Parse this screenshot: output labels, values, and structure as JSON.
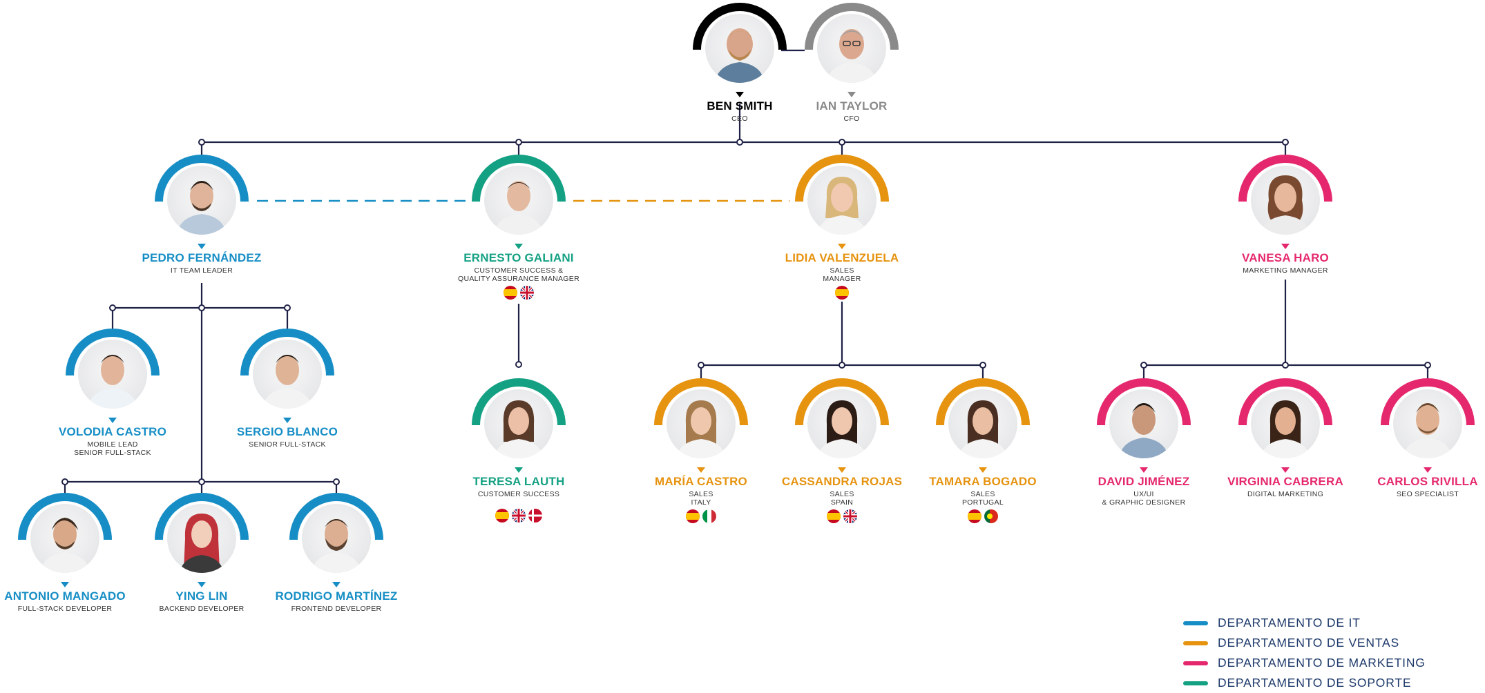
{
  "colors": {
    "it": "#168ec5",
    "ventas": "#e6930f",
    "marketing": "#e5286d",
    "soporte": "#14a183",
    "ceo": "#000000",
    "cfo": "#8a8a8a",
    "line": "#1f2145"
  },
  "people": {
    "ben_smith": {
      "name": "BEN SMITH",
      "role": "CEO"
    },
    "ian_taylor": {
      "name": "IAN TAYLOR",
      "role": "CFO"
    },
    "pedro_fernandez": {
      "name": "PEDRO FERNÁNDEZ",
      "role": "IT TEAM LEADER"
    },
    "ernesto_galiani": {
      "name": "ERNESTO GALIANI",
      "role_line1": "CUSTOMER SUCCESS &",
      "role_line2": "QUALITY ASSURANCE MANAGER",
      "flags": [
        "spain-flag",
        "uk-flag"
      ]
    },
    "lidia_valenzuela": {
      "name": "LIDIA VALENZUELA",
      "role_line1": "SALES",
      "role_line2": "MANAGER",
      "flags": [
        "spain-flag"
      ]
    },
    "vanesa_haro": {
      "name": "VANESA HARO",
      "role": "MARKETING MANAGER"
    },
    "volodia_castro": {
      "name": "VOLODIA CASTRO",
      "role_line1": "MOBILE LEAD",
      "role_line2": "SENIOR FULL-STACK"
    },
    "sergio_blanco": {
      "name": "SERGIO BLANCO",
      "role": "SENIOR FULL-STACK"
    },
    "antonio_mangado": {
      "name": "ANTONIO MANGADO",
      "role": "FULL-STACK DEVELOPER"
    },
    "ying_lin": {
      "name": "YING LIN",
      "role": "BACKEND DEVELOPER"
    },
    "rodrigo_martinez": {
      "name": "RODRIGO MARTÍNEZ",
      "role": "FRONTEND DEVELOPER"
    },
    "teresa_lauth": {
      "name": "TERESA LAUTH",
      "role": "CUSTOMER SUCCESS",
      "flags": [
        "spain-flag",
        "uk-flag",
        "denmark-flag"
      ]
    },
    "maria_castro": {
      "name": "MARÍA CASTRO",
      "role_line1": "SALES",
      "role_line2": "ITALY",
      "flags": [
        "spain-flag",
        "italy-flag"
      ]
    },
    "cassandra_rojas": {
      "name": "CASSANDRA ROJAS",
      "role_line1": "SALES",
      "role_line2": "SPAIN",
      "flags": [
        "spain-flag",
        "uk-flag"
      ]
    },
    "tamara_bogado": {
      "name": "TAMARA BOGADO",
      "role_line1": "SALES",
      "role_line2": "PORTUGAL",
      "flags": [
        "spain-flag",
        "portugal-flag"
      ]
    },
    "david_jimenez": {
      "name": "DAVID JIMÉNEZ",
      "role_line1": "UX/UI",
      "role_line2": "& GRAPHIC DESIGNER"
    },
    "virginia_cabrera": {
      "name": "VIRGINIA CABRERA",
      "role": "DIGITAL MARKETING"
    },
    "carlos_rivilla": {
      "name": "CARLOS RIVILLA",
      "role": "SEO SPECIALIST"
    }
  },
  "legend": [
    {
      "label": "DEPARTAMENTO DE IT",
      "color": "#168ec5"
    },
    {
      "label": "DEPARTAMENTO DE VENTAS",
      "color": "#e6930f"
    },
    {
      "label": "DEPARTAMENTO DE MARKETING",
      "color": "#e5286d"
    },
    {
      "label": "DEPARTAMENTO DE SOPORTE",
      "color": "#14a183"
    }
  ]
}
